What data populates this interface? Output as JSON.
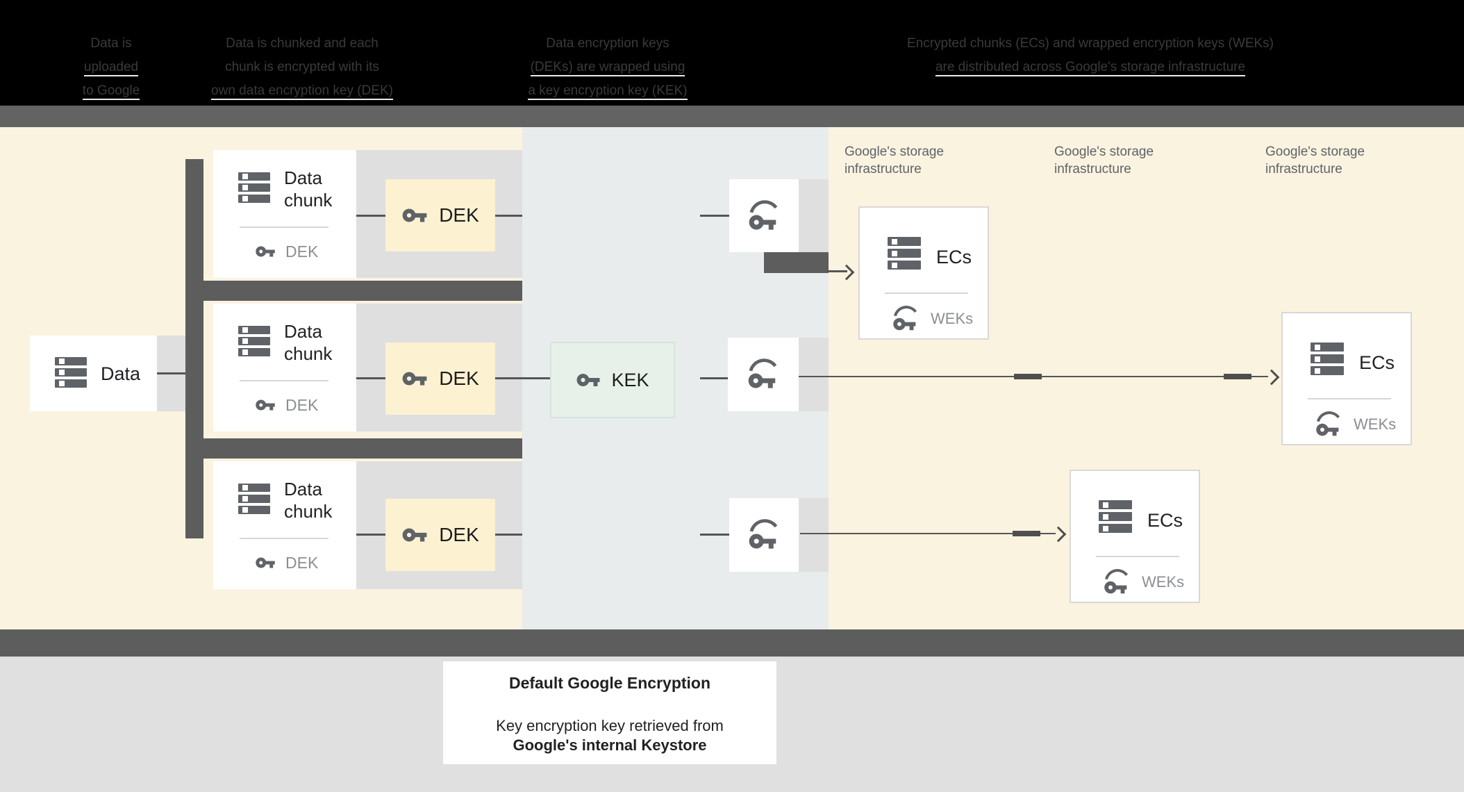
{
  "header": {
    "columns": [
      {
        "lines": [
          "Data is",
          "uploaded",
          "to Google"
        ]
      },
      {
        "lines": [
          "Data is chunked and each",
          "chunk is encrypted with its",
          "own data encryption key (DEK)"
        ]
      },
      {
        "lines": [
          "Data encryption keys",
          "(DEKs) are wrapped using",
          "a key encryption key (KEK)"
        ]
      },
      {
        "lines": [
          "Encrypted chunks (ECs) and wrapped encryption keys (WEKs)",
          "are distributed across Google's storage infrastructure"
        ]
      }
    ]
  },
  "diagram": {
    "data_box": {
      "label": "Data"
    },
    "chunk_box": {
      "label": "Data chunk",
      "key_label": "DEK"
    },
    "dek_box": {
      "label": "DEK"
    },
    "kek_box": {
      "label": "KEK"
    },
    "ecs_box": {
      "label": "ECs",
      "key_label": "WEKs"
    },
    "storage_label": "Google's storage infrastructure"
  },
  "caption": {
    "title": "Default Google Encryption",
    "line1": "Key encryption key retrieved from",
    "line2": "Google's internal Keystore"
  },
  "colors": {
    "background_cream": "#faf3e0",
    "dek_chip_yellow": "#fcf1d1",
    "kek_green": "#e7f1e9",
    "mid_column_gray": "#e9eced",
    "panel_gray": "#dfdfdf",
    "dark_gray": "#5d5d5d",
    "icon_gray": "#5f6368",
    "muted_label_gray": "#8b8e92"
  }
}
